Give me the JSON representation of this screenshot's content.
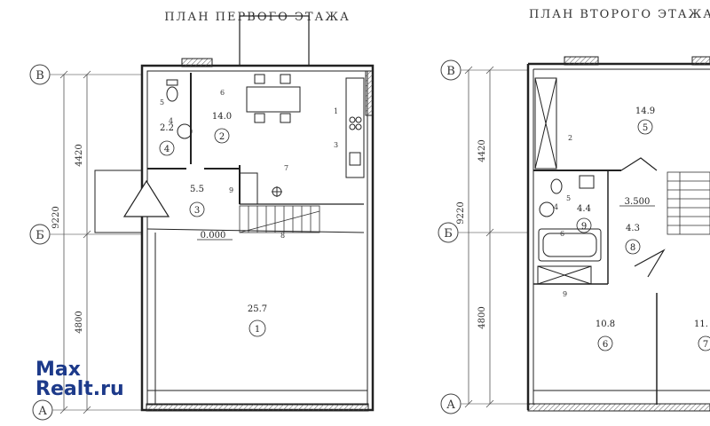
{
  "plan1": {
    "title": "ПЛАН ПЕРВОГО ЭТАЖА",
    "axes": {
      "top": "В",
      "middle": "Б",
      "bottom": "А"
    },
    "dims": {
      "total": "9220",
      "upper": "4420",
      "lower": "4800"
    },
    "level": "0.000",
    "rooms": [
      {
        "area": "14.0",
        "num": "2"
      },
      {
        "area": "2.2",
        "num": "4"
      },
      {
        "area": "5.5",
        "num": "3"
      },
      {
        "area": "25.7",
        "num": "1"
      }
    ],
    "marks": [
      "5",
      "4",
      "6",
      "1",
      "3",
      "7",
      "9",
      "8"
    ]
  },
  "plan2": {
    "title": "ПЛАН ВТОРОГО ЭТАЖА",
    "axes": {
      "top": "В",
      "middle": "Б",
      "bottom": "А"
    },
    "dims": {
      "total": "9220",
      "upper": "4420",
      "lower": "4800"
    },
    "level": "3.500",
    "rooms": [
      {
        "area": "14.9",
        "num": "5"
      },
      {
        "area": "4.4",
        "num": "9"
      },
      {
        "area": "4.3",
        "num": "8"
      },
      {
        "area": "10.8",
        "num": "6"
      },
      {
        "area": "11.",
        "num": "7"
      }
    ],
    "marks": [
      "2",
      "5",
      "4",
      "6",
      "9"
    ]
  },
  "watermark": {
    "line1": "Max",
    "line2a": "Realt",
    "line2b": ".ru"
  }
}
